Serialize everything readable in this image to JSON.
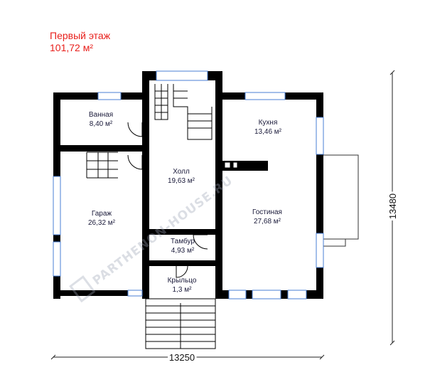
{
  "header": {
    "title": "Первый этаж",
    "area": "101,72 м²"
  },
  "rooms": {
    "bath": {
      "name": "Ванная",
      "area": "8,40 м²"
    },
    "kitchen": {
      "name": "Кухня",
      "area": "13,46 м²"
    },
    "hall": {
      "name": "Холл",
      "area": "19,63 м²"
    },
    "garage": {
      "name": "Гараж",
      "area": "26,32 м²"
    },
    "living": {
      "name": "Гостиная",
      "area": "27,68 м²"
    },
    "tambur": {
      "name": "Тамбур",
      "area": "4,93 м²"
    },
    "porch": {
      "name": "Крыльцо",
      "area": "1,3 м²"
    }
  },
  "dimensions": {
    "width": "13250",
    "height": "13480"
  },
  "watermark": "PARTHENON-HOUSE.RU",
  "colors": {
    "title": "#e8201c",
    "wall": "#000000",
    "window": "#4a7fd6"
  }
}
